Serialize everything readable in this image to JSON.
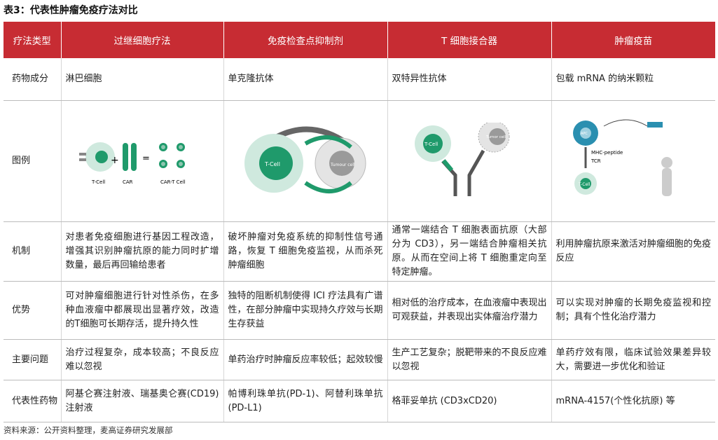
{
  "title": "表3：代表性肿瘤免疫疗法对比",
  "header": [
    "疗法类型",
    "过继细胞疗法",
    "免疫检查点抑制剂",
    "T 细胞接合器",
    "肿瘤疫苗"
  ],
  "rows": {
    "composition": {
      "label": "药物成分",
      "cells": [
        "淋巴细胞",
        "单克隆抗体",
        "双特异性抗体",
        "包载 mRNA 的纳米颗粒"
      ]
    },
    "figure": {
      "label": "图例",
      "fig1": {
        "tcell": "T-Cell",
        "car": "CAR",
        "cart": "CAR-T Cell",
        "plus": "+",
        "eq": "="
      },
      "fig2": {
        "tcell": "T-Cell",
        "tumour": "Tumour cell"
      },
      "fig3": {
        "tcell": "T-Cell",
        "tumour": "Tumor cell"
      },
      "fig4": {
        "apc": "APC",
        "mhc": "MHC-peptide",
        "tcr": "TCR",
        "tcell": "T-Cell"
      }
    },
    "mechanism": {
      "label": "机制",
      "cells": [
        "对患者免疫细胞进行基因工程改造，增强其识别肿瘤抗原的能力同时扩增数量，最后再回输给患者",
        "破坏肿瘤对免疫系统的抑制性信号通路，恢复 T 细胞免疫监视，从而杀死肿瘤细胞",
        "通常一端结合 T 细胞表面抗原（大部分为 CD3），另一端结合肿瘤相关抗原。从而在空间上将 T 细胞重定向至特定肿瘤。",
        "利用肿瘤抗原来激活对肿瘤细胞的免疫反应"
      ]
    },
    "advantage": {
      "label": "优势",
      "cells": [
        "可对肿瘤细胞进行针对性杀伤，在多种血液瘤中都展现出显著疗效，改造的T细胞可长期存活，提升持久性",
        "独特的阻断机制使得 ICI 疗法具有广谱性，在部分肿瘤中实现持久疗效与长期生存获益",
        "相对低的治疗成本，在血液瘤中表现出可观获益，并表现出实体瘤治疗潜力",
        "可以实现对肿瘤的长期免疫监视和控制；具有个性化治疗潜力"
      ]
    },
    "problem": {
      "label": "主要问题",
      "cells": [
        "治疗过程复杂，成本较高；不良反应难以忽视",
        "单药治疗时肿瘤反应率较低；起效较慢",
        "生产工艺复杂；脱靶带来的不良反应难以忽视",
        "单药疗效有限，临床试验效果差异较大，需要进一步优化和验证"
      ]
    },
    "drug": {
      "label": "代表性药物",
      "cells": [
        "阿基仑赛注射液、瑞基奥仑赛(CD19)注射液",
        "帕博利珠单抗(PD-1)、阿替利珠单抗(PD-L1)",
        "格菲妥单抗 (CD3xCD20)",
        "mRNA-4157(个性化抗原) 等"
      ]
    }
  },
  "source": "资料来源：公开资料整理，麦高证券研究发展部",
  "colors": {
    "header_bg": "#c72c33",
    "cell_green": "#1f9a6b",
    "cell_light": "#cfe9de"
  }
}
